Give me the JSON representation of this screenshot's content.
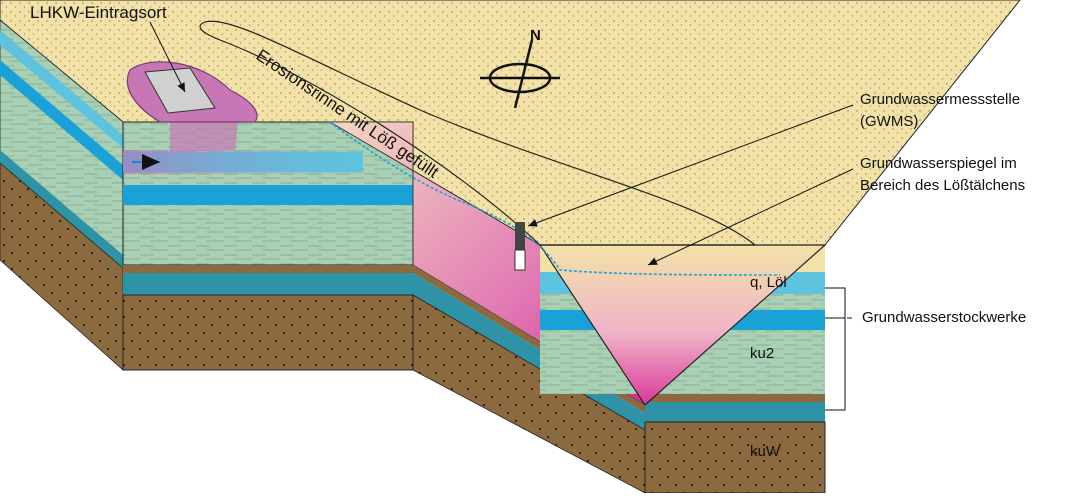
{
  "labels": {
    "source": "LHKW-Eintragsort",
    "channel": "Erosionsrinne mit Löß gefüllt",
    "gwms_line1": "Grundwassermessstelle",
    "gwms_line2": "(GWMS)",
    "gw_level_line1": "Grundwasserspiegel im",
    "gw_level_line2": "Bereich des Lößtälchens",
    "aquifers": "Grundwasserstockwerke",
    "layer_q": "q, Löl",
    "layer_ku2": "ku2",
    "layer_kuw": "kuW",
    "north": "N"
  },
  "colors": {
    "loess": "#f3e2a7",
    "aquifer_light": "#5ec3de",
    "aquifer_dark": "#2e93a6",
    "marl": "#a9cfb4",
    "bedrock": "#8c6a3f",
    "plume": "#d9489a",
    "source_area": "#c777b5"
  }
}
